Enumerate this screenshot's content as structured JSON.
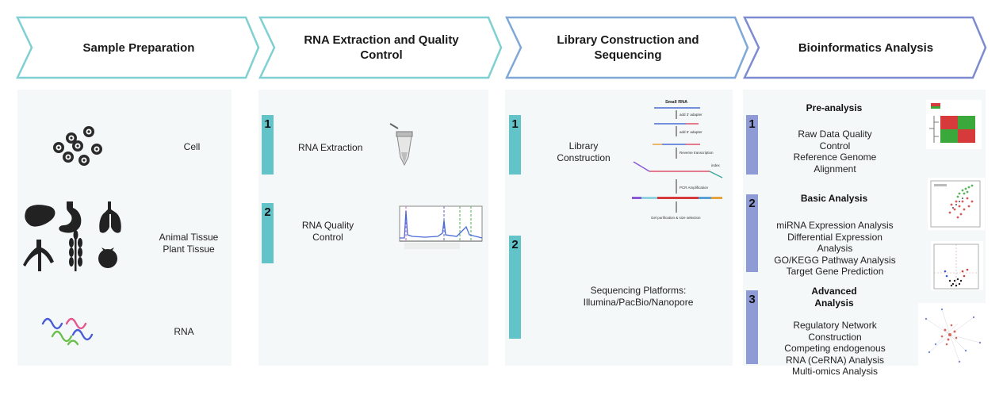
{
  "stages": [
    {
      "title": "Sample Preparation"
    },
    {
      "title": "RNA Extraction and Quality Control"
    },
    {
      "title": "Library Construction and Sequencing"
    },
    {
      "title": "Bioinformatics Analysis"
    }
  ],
  "sample_prep": {
    "cell_label": "Cell",
    "tissue_label": "Animal Tissue\nPlant Tissue",
    "rna_label": "RNA"
  },
  "extraction": {
    "step1": {
      "num": "1",
      "label": "RNA Extraction"
    },
    "step2": {
      "num": "2",
      "label": "RNA Quality\nControl"
    }
  },
  "library": {
    "step1": {
      "num": "1",
      "label": "Library\nConstruction"
    },
    "step2": {
      "num": "2",
      "label": "Sequencing Platforms:\nIllumina/PacBio/Nanopore"
    },
    "diagram_text": {
      "title": "Small RNA",
      "add3": "add 3' adapter",
      "add5": "add 5' adapter",
      "rt": "Reverse transcription",
      "index": "index",
      "pcr": "PCR Amplification",
      "gel": "Gel purification & size selection"
    }
  },
  "bioinfo": {
    "pre": {
      "num": "1",
      "heading": "Pre-analysis",
      "items": "Raw Data Quality\nControl\nReference Genome\nAlignment"
    },
    "basic": {
      "num": "2",
      "heading": "Basic Analysis",
      "items": "miRNA Expression Analysis\nDifferential Expression\nAnalysis\nGO/KEGG Pathway Analysis\nTarget Gene Prediction"
    },
    "advanced": {
      "num": "3",
      "heading": "Advanced\nAnalysis",
      "items": "Regulatory Network\nConstruction\nCompeting endogenous\nRNA (CeRNA) Analysis\nMulti-omics Analysis"
    }
  },
  "colors": {
    "teal": "#62c3c9",
    "purple": "#8f9bd6",
    "chevron_teal": "#7fcfd3",
    "chevron_blue": "#7fa8d6",
    "chevron_purple": "#7d8cd0"
  }
}
